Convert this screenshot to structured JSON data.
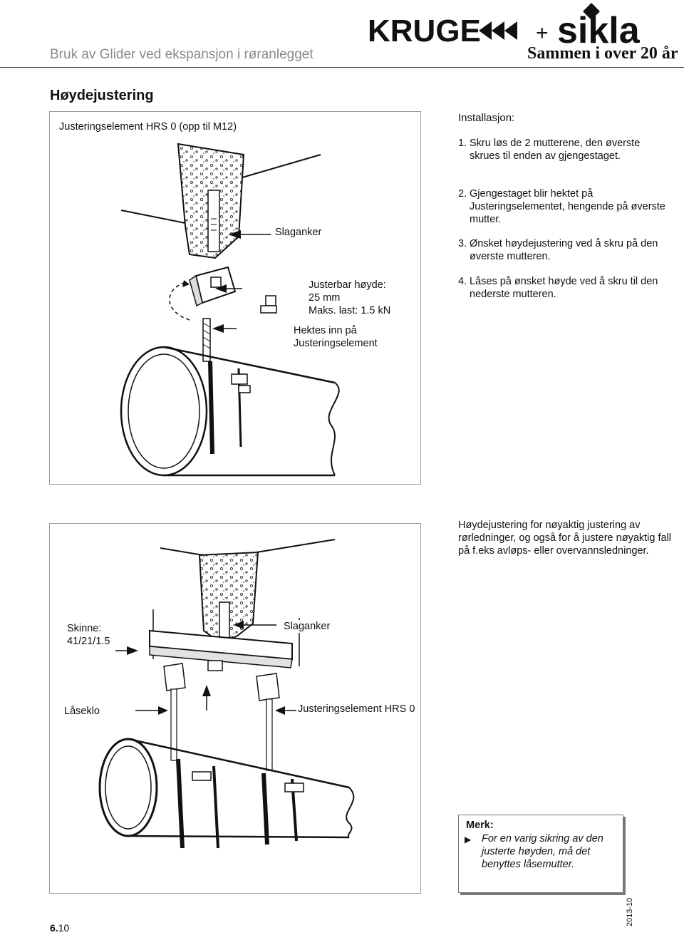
{
  "header": {
    "title": "Bruk av Glider ved ekspansjon i røranlegget",
    "brand_left": "KRUGE",
    "brand_plus": "+",
    "brand_right": "sikla",
    "slogan": "Sammen i over 20 år"
  },
  "section_title": "Høydejustering",
  "figure1": {
    "caption": "Justeringselement HRS 0 (opp til M12)",
    "label_slaganker": "Slaganker",
    "label_adjust_l1": "Justerbar høyde:",
    "label_adjust_l2": "25 mm",
    "label_adjust_l3": "Maks. last: 1.5 kN",
    "label_hook_l1": "Hektes inn på",
    "label_hook_l2": "Justeringselement"
  },
  "installation": {
    "title": "Installasjon:",
    "steps": [
      {
        "num": "1.",
        "text": "Skru løs de 2 mutterene, den øverste skrues til enden av gjengestaget."
      },
      {
        "num": "2.",
        "text": "Gjengestaget blir hektet på Justeringselementet, hengende på øverste mutter."
      },
      {
        "num": "3.",
        "text": "Ønsket høydejustering ved å skru på den øverste mutteren."
      },
      {
        "num": "4.",
        "text": "Låses på ønsket høyde ved å skru til den nederste mutteren."
      }
    ]
  },
  "description": "Høydejustering for nøyaktig justering av rørledninger, og også for å justere nøyaktig fall på f.eks avløps- eller overvannsledninger.",
  "figure2": {
    "label_skinne_l1": "Skinne:",
    "label_skinne_l2": "41/21/1.5",
    "label_slaganker": "Slaganker",
    "label_laseklo": "Låseklo",
    "label_hrs": "Justeringselement HRS 0"
  },
  "note": {
    "title": "Merk:",
    "text": "For en varig sikring av den justerte høyden, må det benyttes låsemutter."
  },
  "footer": {
    "page_bold": "6.",
    "page_rest": "10",
    "date": "2013-10"
  }
}
